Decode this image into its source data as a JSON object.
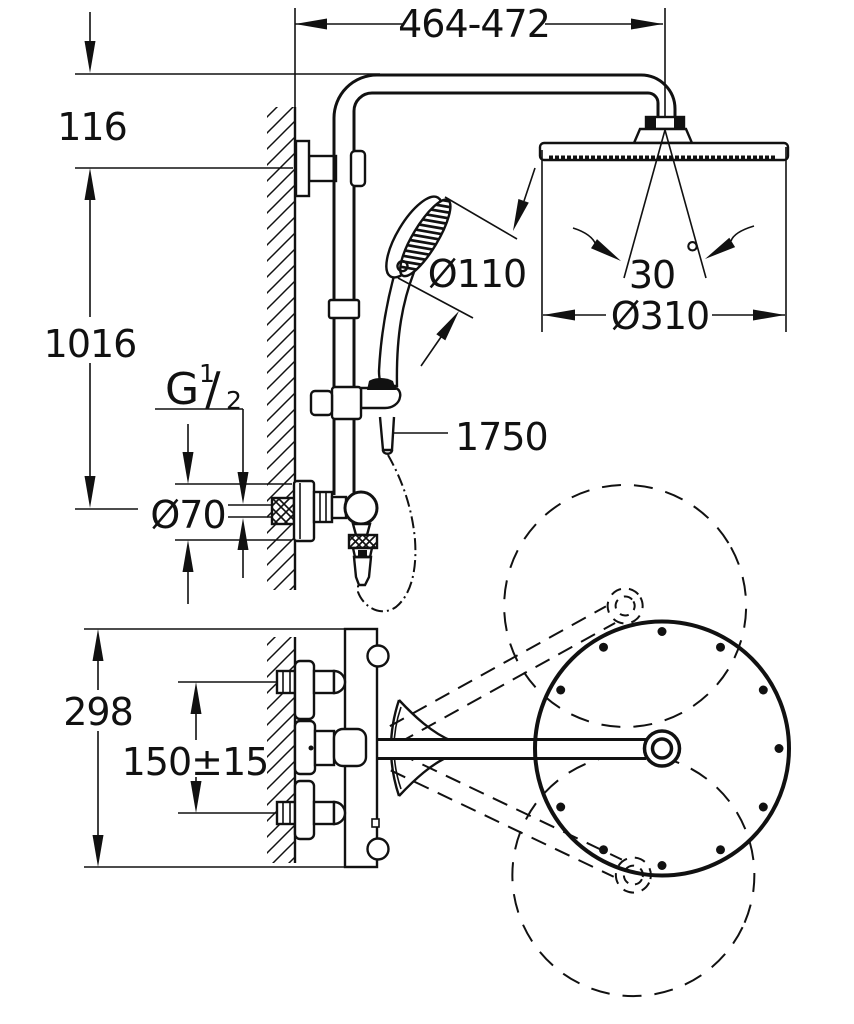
{
  "drawing_type": "technical installation diagram (shower system, side view and top view)",
  "dimensions": {
    "top_width": "464-472",
    "bracket_offset": "116",
    "rail_length": "1016",
    "hand_diameter": "Ø110",
    "spray_angle": "30",
    "spray_angle_unit": "°",
    "head_diameter": "Ø310",
    "hose_length": "1750",
    "thread_prefix": "G",
    "thread_numerator": "1",
    "thread_slash": "/",
    "thread_denominator": "2",
    "escutcheon_diameter": "Ø70",
    "body_height": "298",
    "supply_spacing": "150±15"
  },
  "colors": {
    "line": "#111111",
    "background": "#ffffff"
  }
}
